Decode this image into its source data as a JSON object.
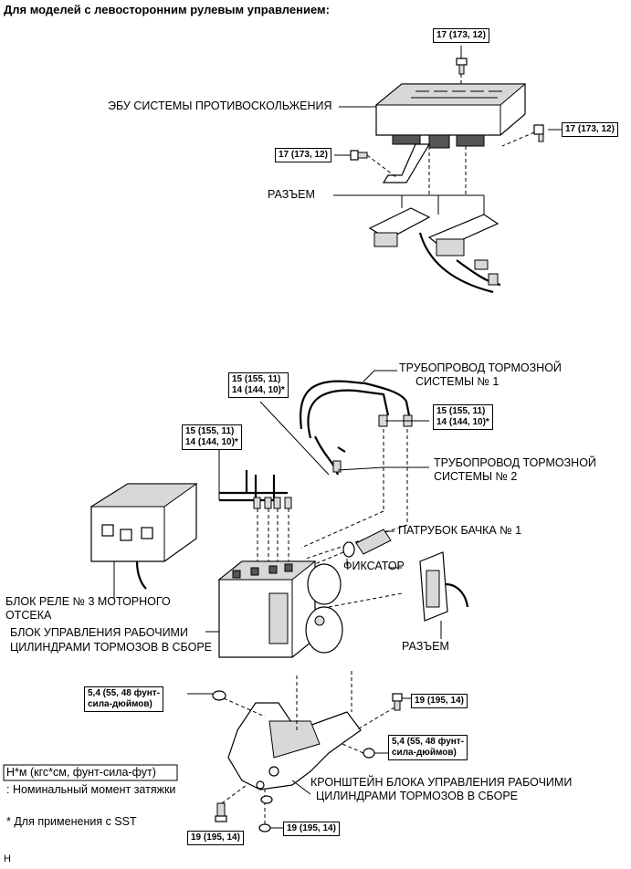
{
  "header": "Для моделей с левосторонним рулевым управлением:",
  "torque": {
    "t17": "17 (173, 12)",
    "t15": "15 (155, 11)",
    "t14": "14 (144, 10)*",
    "t54a": "5,4 (55, 48 фунт-",
    "t54b": "сила-дюймов)",
    "t19": "19 (195, 14)"
  },
  "labels": {
    "ecu": "ЭБУ СИСТЕМЫ ПРОТИВОСКОЛЬЖЕНИЯ",
    "connector_top": "РАЗЪЕМ",
    "brake_line1_a": "ТРУБОПРОВОД ТОРМОЗНОЙ",
    "brake_line1_b": "СИСТЕМЫ № 1",
    "brake_line2_a": "ТРУБОПРОВОД ТОРМОЗНОЙ",
    "brake_line2_b": "СИСТЕМЫ № 2",
    "reservoir": "ПАТРУБОК БАЧКА № 1",
    "clip": "ФИКСАТОР",
    "relay_a": "БЛОК РЕЛЕ № 3 МОТОРНОГО",
    "relay_b": "ОТСЕКА",
    "actuator_a": "БЛОК УПРАВЛЕНИЯ РАБОЧИМИ",
    "actuator_b": "ЦИЛИНДРАМИ ТОРМОЗОВ В СБОРЕ",
    "connector_bottom": "РАЗЪЕМ",
    "bracket_a": "КРОНШТЕЙН БЛОКА УПРАВЛЕНИЯ РАБОЧИМИ",
    "bracket_b": "ЦИЛИНДРАМИ ТОРМОЗОВ В СБОРЕ"
  },
  "legend": {
    "units": "Н*м (кгс*см, фунт-сила-фут)",
    "nominal": ": Номинальный момент затяжки",
    "sst": "* Для применения с SST"
  },
  "footer_code": "H"
}
